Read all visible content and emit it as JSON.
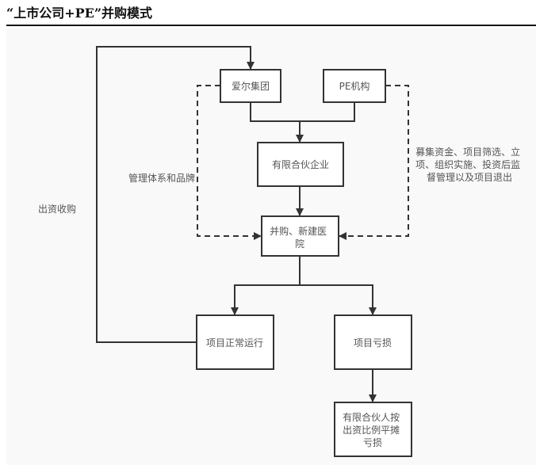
{
  "title": "“上市公司+PE”并购模式",
  "diagram": {
    "nodes": {
      "aier": {
        "label": [
          "爱尔集团"
        ]
      },
      "pe": {
        "label": [
          "PE机构"
        ]
      },
      "lp": {
        "label": [
          "有限合伙企业"
        ]
      },
      "hospital": {
        "label": [
          "并购、新建医",
          "院"
        ]
      },
      "normal": {
        "label": [
          "项目正常运行"
        ]
      },
      "loss": {
        "label": [
          "项目亏损"
        ]
      },
      "share": {
        "label": [
          "有限合伙人按",
          "出资比例平摊",
          "亏损"
        ]
      }
    },
    "edge_labels": {
      "invest": [
        "出资收购"
      ],
      "mgmt": [
        "管理体系和品牌"
      ],
      "pe_role": [
        "募集资金、项目筛选、立",
        "项、组织实施、投资后监",
        "督管理以及项目退出"
      ]
    },
    "colors": {
      "stroke": "#333333",
      "text": "#555555",
      "canvas": "#f9f9f9",
      "box_fill": "#ffffff"
    }
  }
}
